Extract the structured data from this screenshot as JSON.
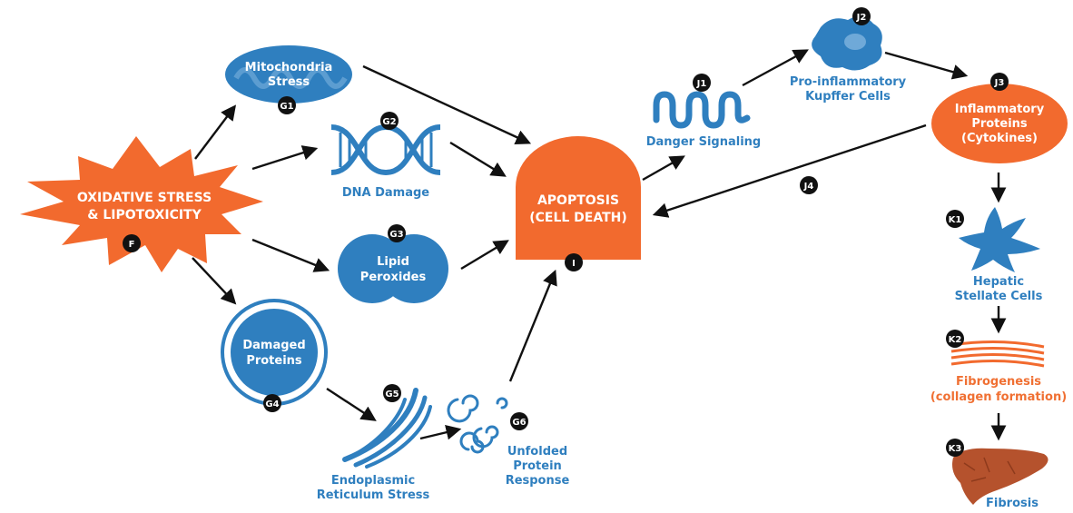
{
  "colors": {
    "blue": "#2f7fbf",
    "blue_dark": "#1f6aa8",
    "blue_light": "#6fa9d8",
    "orange": "#f26a2e",
    "orange_label": "#f07033",
    "black": "#111111",
    "liver": "#b5522d"
  },
  "nodes": {
    "oxidative": {
      "line1": "OXIDATIVE STRESS",
      "line2": "& LIPOTOXICITY",
      "badge": "F",
      "icon": "starburst-icon"
    },
    "mito": {
      "line1": "Mitochondria",
      "line2": "Stress",
      "badge": "G1",
      "icon": "mitochondria-icon"
    },
    "dna": {
      "label": "DNA Damage",
      "badge": "G2",
      "icon": "dna-helix-icon"
    },
    "lipid": {
      "line1": "Lipid",
      "line2": "Peroxides",
      "badge": "G3",
      "icon": "lipid-droplet-icon"
    },
    "proteins": {
      "line1": "Damaged",
      "line2": "Proteins",
      "badge": "G4",
      "icon": "protein-circle-icon"
    },
    "er": {
      "line1": "Endoplasmic",
      "line2": "Reticulum Stress",
      "badge": "G5",
      "icon": "er-membrane-icon"
    },
    "upr": {
      "line1": "Unfolded",
      "line2": "Protein",
      "line3": "Response",
      "badge": "G6",
      "icon": "unfolded-protein-icon"
    },
    "apoptosis": {
      "line1": "APOPTOSIS",
      "line2": "(CELL DEATH)",
      "badge": "I",
      "icon": "cell-death-icon"
    },
    "danger": {
      "label": "Danger Signaling",
      "badge": "J1",
      "icon": "wave-signal-icon"
    },
    "kupffer": {
      "line1": "Pro-inflammatory",
      "line2": "Kupffer Cells",
      "badge": "J2",
      "icon": "kupffer-cell-icon"
    },
    "cytokines": {
      "line1": "Inflammatory",
      "line2": "Proteins",
      "line3": "(Cytokines)",
      "badge": "J3",
      "icon": "cytokine-oval-icon"
    },
    "j4": {
      "badge": "J4"
    },
    "stellate": {
      "line1": "Hepatic",
      "line2": "Stellate Cells",
      "badge": "K1",
      "icon": "stellate-cell-icon"
    },
    "fibrogenesis": {
      "line1": "Fibrogenesis",
      "line2": "(collagen formation)",
      "badge": "K2",
      "icon": "collagen-fibers-icon"
    },
    "fibrosis": {
      "label": "Fibrosis",
      "badge": "K3",
      "icon": "liver-icon"
    }
  }
}
